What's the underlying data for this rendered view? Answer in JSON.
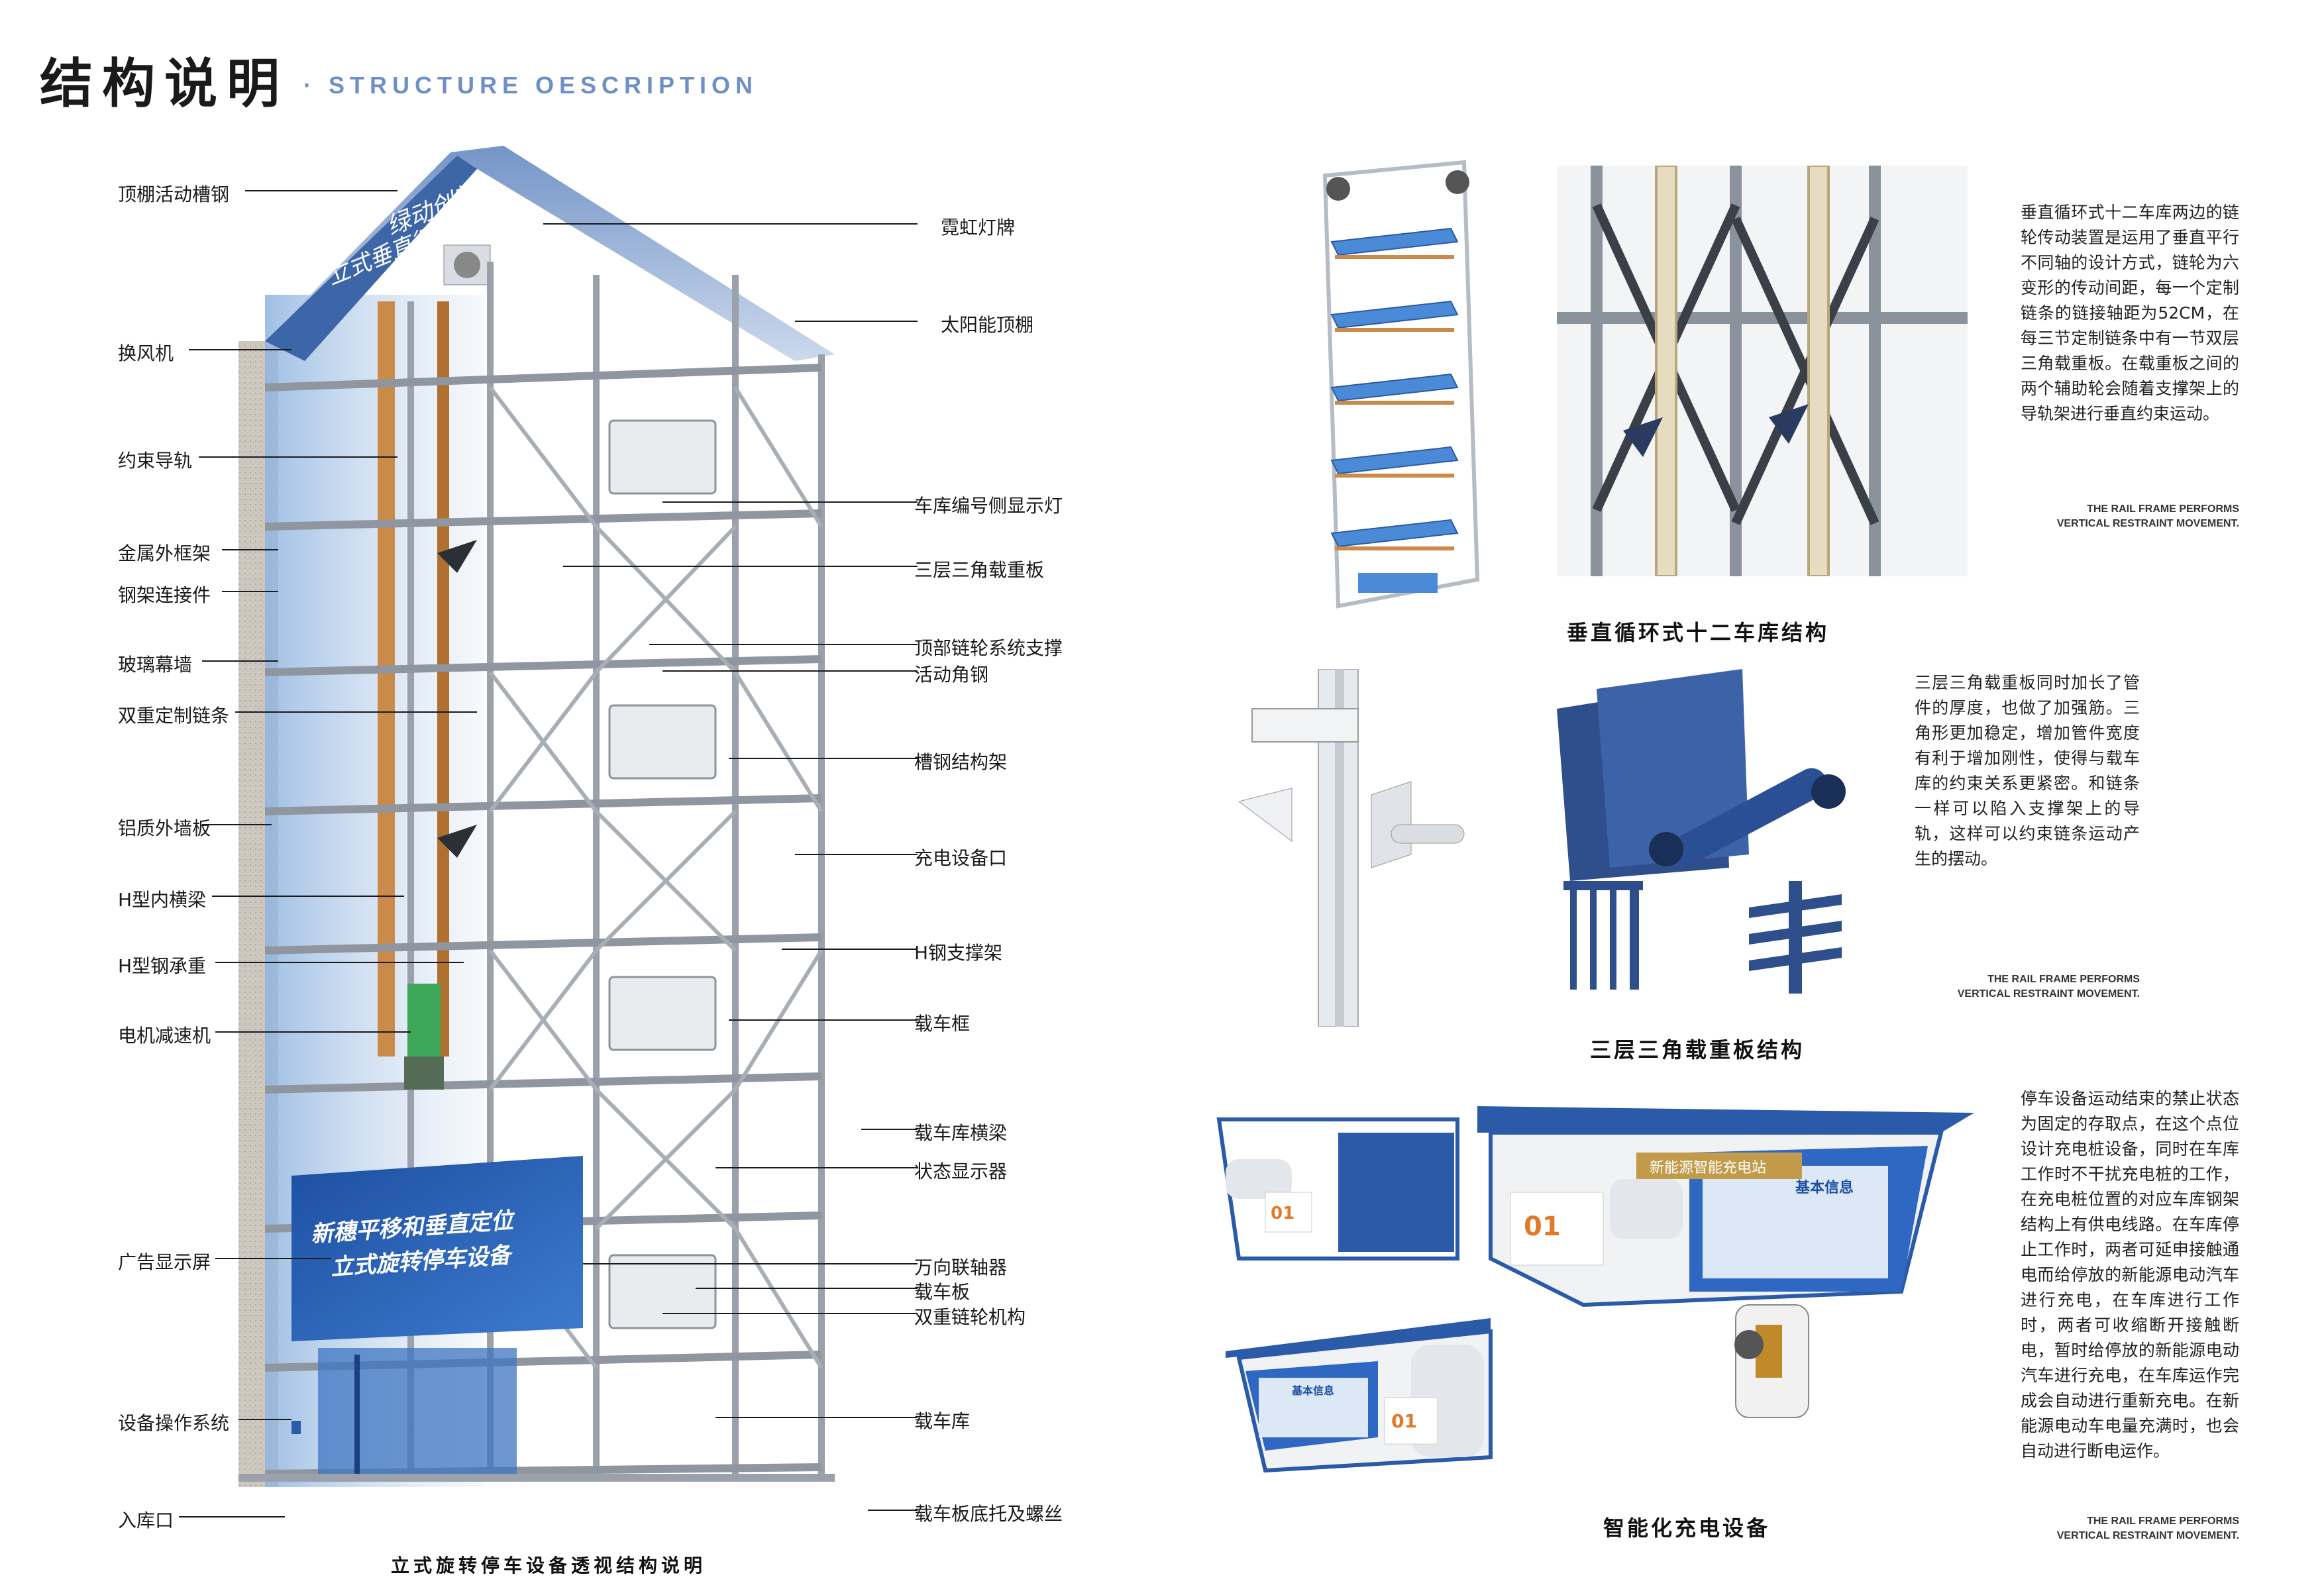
{
  "header": {
    "title_cn": "结构说明",
    "title_en": "· STRUCTURE OESCRIPTION"
  },
  "tower": {
    "neon_sign_line1": "绿动创新",
    "neon_sign_line2": "立式垂直循环停车库",
    "ad_screen_line1": "新穗平移和垂直定位",
    "ad_screen_line2": "立式旋转停车设备",
    "caption": "立式旋转停车设备透视结构说明",
    "left_labels": [
      "顶棚活动槽钢",
      "换风机",
      "约束导轨",
      "金属外框架",
      "钢架连接件",
      "玻璃幕墙",
      "双重定制链条",
      "铝质外墙板",
      "H型内横梁",
      "H型钢承重",
      "电机减速机",
      "广告显示屏",
      "设备操作系统",
      "入库口"
    ],
    "right_labels": [
      "霓虹灯牌",
      "太阳能顶棚",
      "车库编号侧显示灯",
      "三层三角载重板",
      "顶部链轮系统支撑",
      "活动角钢",
      "槽钢结构架",
      "充电设备口",
      "H钢支撑架",
      "载车框",
      "载车库横梁",
      "状态显示器",
      "万向联轴器",
      "载车板",
      "双重链轮机构",
      "载车库",
      "载车板底托及螺丝"
    ]
  },
  "section1": {
    "caption": "垂直循环式十二车库结构",
    "paragraph": "垂直循环式十二车库两边的链轮传动装置是运用了垂直平行不同轴的设计方式，链轮为六变形的传动间距，每一个定制链条的链接轴距为52CM，在每三节定制链条中有一节双层三角载重板。在载重板之间的两个辅助轮会随着支撑架上的导轨架进行垂直约束运动。",
    "en_line1": "THE RAIL FRAME PERFORMS",
    "en_line2": "VERTICAL RESTRAINT MOVEMENT."
  },
  "section2": {
    "caption": "三层三角载重板结构",
    "paragraph": "三层三角载重板同时加长了管件的厚度，也做了加强筋。三角形更加稳定，增加管件宽度有利于增加刚性，使得与载车库的约束关系更紧密。和链条一样可以陷入支撑架上的导轨，这样可以约束链条运动产生的摆动。",
    "en_line1": "THE RAIL FRAME PERFORMS",
    "en_line2": "VERTICAL RESTRAINT MOVEMENT."
  },
  "section3": {
    "caption": "智能化充电设备",
    "paragraph": "停车设备运动结束的禁止状态为固定的存取点，在这个点位设计充电桩设备，同时在车库工作时不干扰充电桩的工作，在充电桩位置的对应车库钢架结构上有供电线路。在车库停止工作时，两者可延申接触通电而给停放的新能源电动汽车进行充电，在车库进行工作时，两者可收缩断开接触断电，暂时给停放的新能源电动汽车进行充电，在车库运作完成会自动进行重新充电。在新能源电动车电量充满时，也会自动进行断电运作。",
    "en_line1": "THE RAIL FRAME PERFORMS",
    "en_line2": "VERTICAL RESTRAINT MOVEMENT.",
    "device_number": "01",
    "device_screen_title": "基本信息",
    "device_banner": "新能源智能充电站"
  },
  "colors": {
    "accent_blue": "#2a5aa8",
    "title_blue": "#6f90c6",
    "steel": "#b8bec6",
    "orange_beam": "#c98a4a",
    "platform_blue": "#4a8ad6",
    "device_orange": "#e07a2a"
  }
}
